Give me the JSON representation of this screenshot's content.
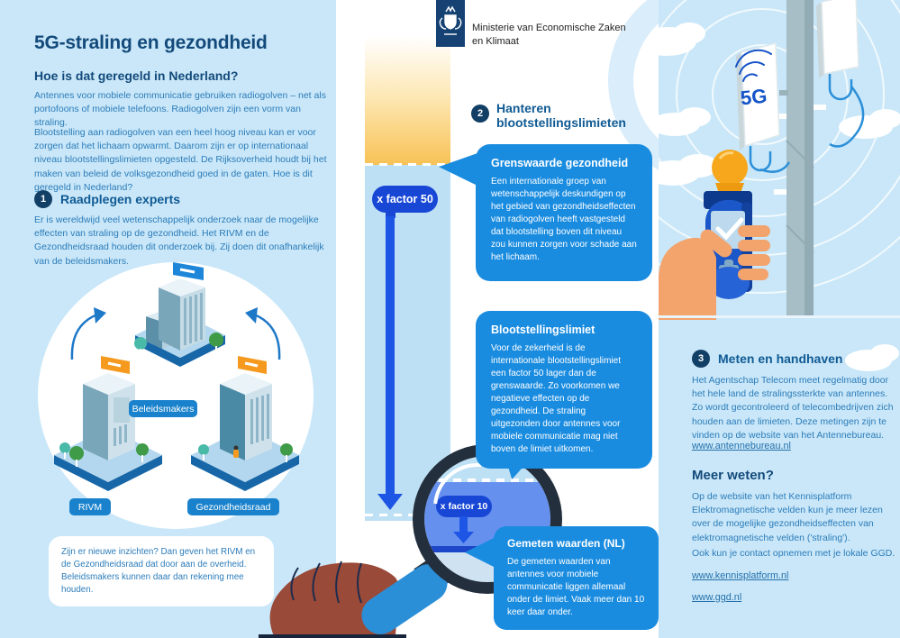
{
  "colors": {
    "panel_background": "#c9e7f8",
    "bubble_blue": "#1a8ce0",
    "badge_blue": "#1847d6",
    "arrow_blue": "#1d55e4",
    "heading_blue": "#134a7b",
    "body_text_blue": "#2c7cba",
    "gradient_orange": "#f8c255",
    "bar_light_blue": "#bee0f4",
    "lens_zoom_blue": "#6690ee",
    "logo_navy": "#154273",
    "flag_orange": "#f59a1e",
    "hand_brown": "#9a4a38",
    "device_blue": "#1b57c9",
    "sensor_orange": "#f6a71b"
  },
  "left": {
    "title": "5G-straling en gezondheid",
    "subtitle": "Hoe is dat geregeld in Nederland?",
    "intro1": "Antennes voor mobiele communicatie gebruiken radiogolven – net als portofoons of mobiele telefoons. Radiogolven zijn een vorm van straling.",
    "intro2": "Blootstelling aan radiogolven van een heel hoog niveau kan er voor zorgen dat het lichaam opwarmt. Daarom zijn er op internationaal niveau blootstellingslimieten opgesteld. De Rijksoverheid houdt bij het maken van beleid de volksgezondheid goed in de gaten. Hoe is dit geregeld in Nederland?",
    "step1": {
      "number": "1",
      "title": "Raadplegen experts",
      "body": "Er is wereldwijd veel wetenschappelijk onderzoek naar de mogelijke effecten van straling op de gezondheid. Het RIVM en de Gezondheidsraad houden dit onderzoek bij. Zij doen dit onafhankelijk van de beleidsmakers."
    },
    "diagram_labels": [
      "Beleidsmakers",
      "RIVM",
      "Gezondheidsraad"
    ],
    "note": "Zijn er nieuwe inzichten? Dan geven het RIVM en de Gezondheidsraad dat door aan de overheid. Beleidsmakers kunnen daar dan rekening mee houden."
  },
  "logo": {
    "line1": "Ministerie van Economische Zaken",
    "line2": "en Klimaat"
  },
  "middle": {
    "step2": {
      "number": "2",
      "title_line1": "Hanteren",
      "title_line2": "blootstellingslimieten"
    },
    "factor50": "x factor 50",
    "factor10": "x factor 10",
    "bubbles": [
      {
        "title": "Grenswaarde gezondheid",
        "body": "Een internationale groep van wetenschappelijk deskundigen op het gebied van gezondheidseffecten van radiogolven heeft vastgesteld dat blootstelling boven dit niveau zou kunnen zorgen voor schade aan het lichaam."
      },
      {
        "title": "Blootstellingslimiet",
        "body": "Voor de zekerheid is de internationale blootstellingslimiet een factor 50 lager dan de grenswaarde. Zo voorkomen we negatieve effecten op de gezondheid. De straling uitgezonden door antennes voor mobiele communicatie mag niet boven de limiet uitkomen."
      },
      {
        "title": "Gemeten waarden (NL)",
        "body": "De gemeten waarden van antennes voor mobiele communicatie liggen allemaal onder de limiet. Vaak meer dan 10 keer daar onder."
      }
    ]
  },
  "right": {
    "antenna_label": "5G",
    "step3": {
      "number": "3",
      "title": "Meten en handhaven",
      "body": "Het Agentschap Telecom meet regelmatig door het hele land de stralingssterkte van antennes. Zo wordt gecontroleerd of telecombedrijven zich houden aan de limieten. Deze metingen zijn te vinden op de website van het Antennebureau."
    },
    "link1": "www.antennebureau.nl",
    "more": {
      "title": "Meer weten?",
      "body1": "Op de website van het Kennisplatform Elektromagnetische velden kun je meer lezen over de mogelijke gezondheidseffecten van elektromagnetische velden ('straling').",
      "body2": "Ook kun je contact opnemen met je lokale GGD.",
      "link2": "www.kennisplatform.nl",
      "link3": "www.ggd.nl"
    }
  }
}
